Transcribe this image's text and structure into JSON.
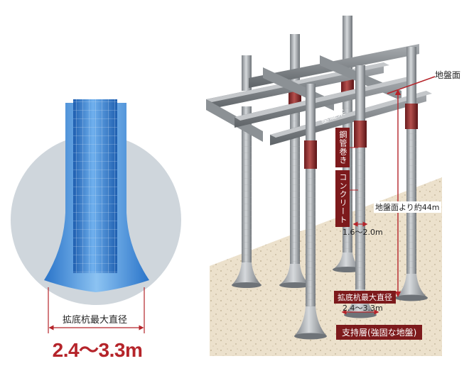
{
  "left_panel": {
    "caption": "拡底杭最大直径",
    "value": "2.4〜3.3m"
  },
  "right_panel": {
    "ground_surface": "地盤面",
    "foundation_beam": "基礎梁",
    "steel_pipe": "鋼管巻き",
    "concrete": "コンクリート",
    "depth": "地盤面より約44m",
    "shaft_diameter": "1.6〜2.0m",
    "bottom_caption": "拡底杭最大直径",
    "bottom_value": "2.4〜3.3m",
    "bearing_layer": "支持層(強固な地盤)"
  },
  "colors": {
    "accent_red": "#b5242a",
    "dark_red": "#7d1a1c",
    "pile_blue": "#3a86d6",
    "circle_gray": "#cfd6dc",
    "concrete_gray": "#8e9398",
    "soil": "#ece1cc"
  }
}
